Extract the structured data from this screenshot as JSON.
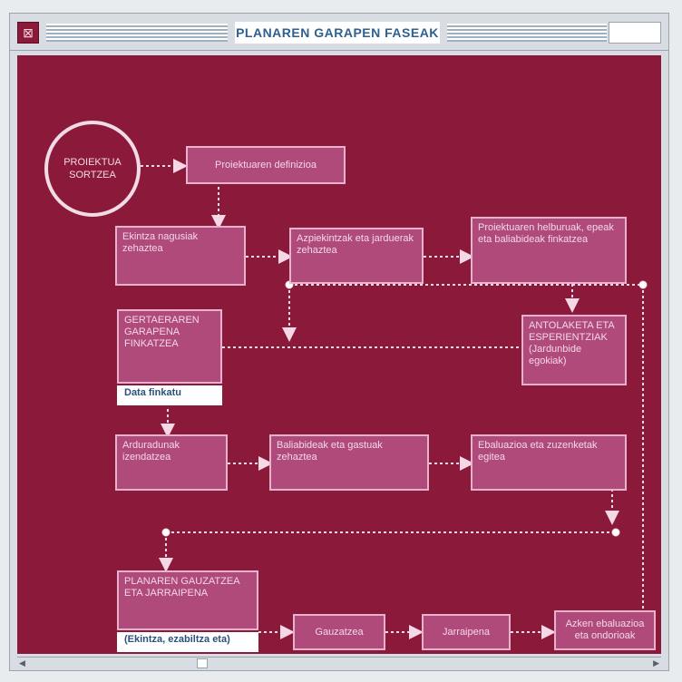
{
  "window": {
    "title": "PLANAREN GARAPEN FASEAK",
    "close_icon": "close-box-icon",
    "close_glyph": "⊠"
  },
  "diagram": {
    "start": "PROIEKTUA SORTZEA",
    "row1": "Proiektuaren definizioa",
    "row2": [
      "Ekintza nagusiak zehaztea",
      "Azpiekintzak eta jarduerak zehaztea",
      "Proiektuaren helburuak, epeak eta baliabideak finkatzea"
    ],
    "row3": {
      "left": "GERTAERAREN GARAPENA FINKATZEA",
      "left_tag": "Data finkatu",
      "right": "ANTOLAKETA ETA ESPERIENTZIAK (Jardunbide egokiak)"
    },
    "row4": [
      "Arduradunak izendatzea",
      "Baliabideak eta gastuak zehaztea",
      "Ebaluazioa eta zuzenketak egitea"
    ],
    "row5": {
      "left": "PLANAREN GAUZATZEA ETA JARRAIPENA",
      "left_tag": "(Ekintza, ezabiltza eta)",
      "steps": [
        "Gauzatzea",
        "Jarraipena",
        "Azken ebaluazioa eta ondorioak"
      ]
    }
  }
}
